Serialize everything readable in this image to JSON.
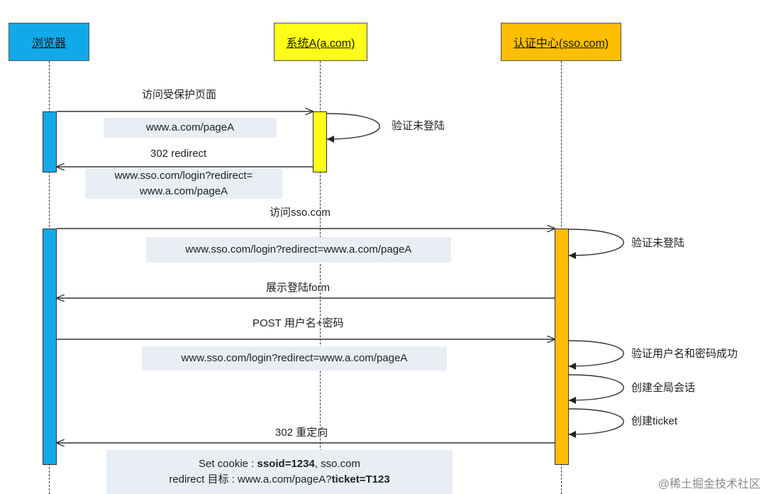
{
  "actors": {
    "browser": "浏览器",
    "system_a": "系统A(a.com)",
    "sso": "认证中心(sso.com)"
  },
  "colors": {
    "browser": "#12a9e8",
    "system_a": "#ffff1a",
    "sso": "#ffbe00",
    "note_bg": "#e9eef5"
  },
  "messages": {
    "m1": "访问受保护页面",
    "m2": "302 redirect",
    "m3": "访问sso.com",
    "m4": "展示登陆form",
    "m5": "POST 用户名+密码",
    "m6": "302 重定向"
  },
  "notes": {
    "n1": "www.a.com/pageA",
    "n2_line1": "www.sso.com/login?redirect=",
    "n2_line2": "www.a.com/pageA",
    "n3": "www.sso.com/login?redirect=www.a.com/pageA",
    "n4": "www.sso.com/login?redirect=www.a.com/pageA",
    "n5_line1_prefix": "Set cookie : ",
    "n5_line1_bold": "ssoid=1234",
    "n5_line1_suffix": ", sso.com",
    "n5_line2_prefix": "redirect 目标 : www.a.com/pageA?",
    "n5_line2_bold": "ticket=T123"
  },
  "self_calls": {
    "s1": "验证未登陆",
    "s2": "验证未登陆",
    "s3": "验证用户名和密码成功",
    "s4": "创建全局会话",
    "s5": "创建ticket"
  },
  "watermark": "@稀土掘金技术社区"
}
